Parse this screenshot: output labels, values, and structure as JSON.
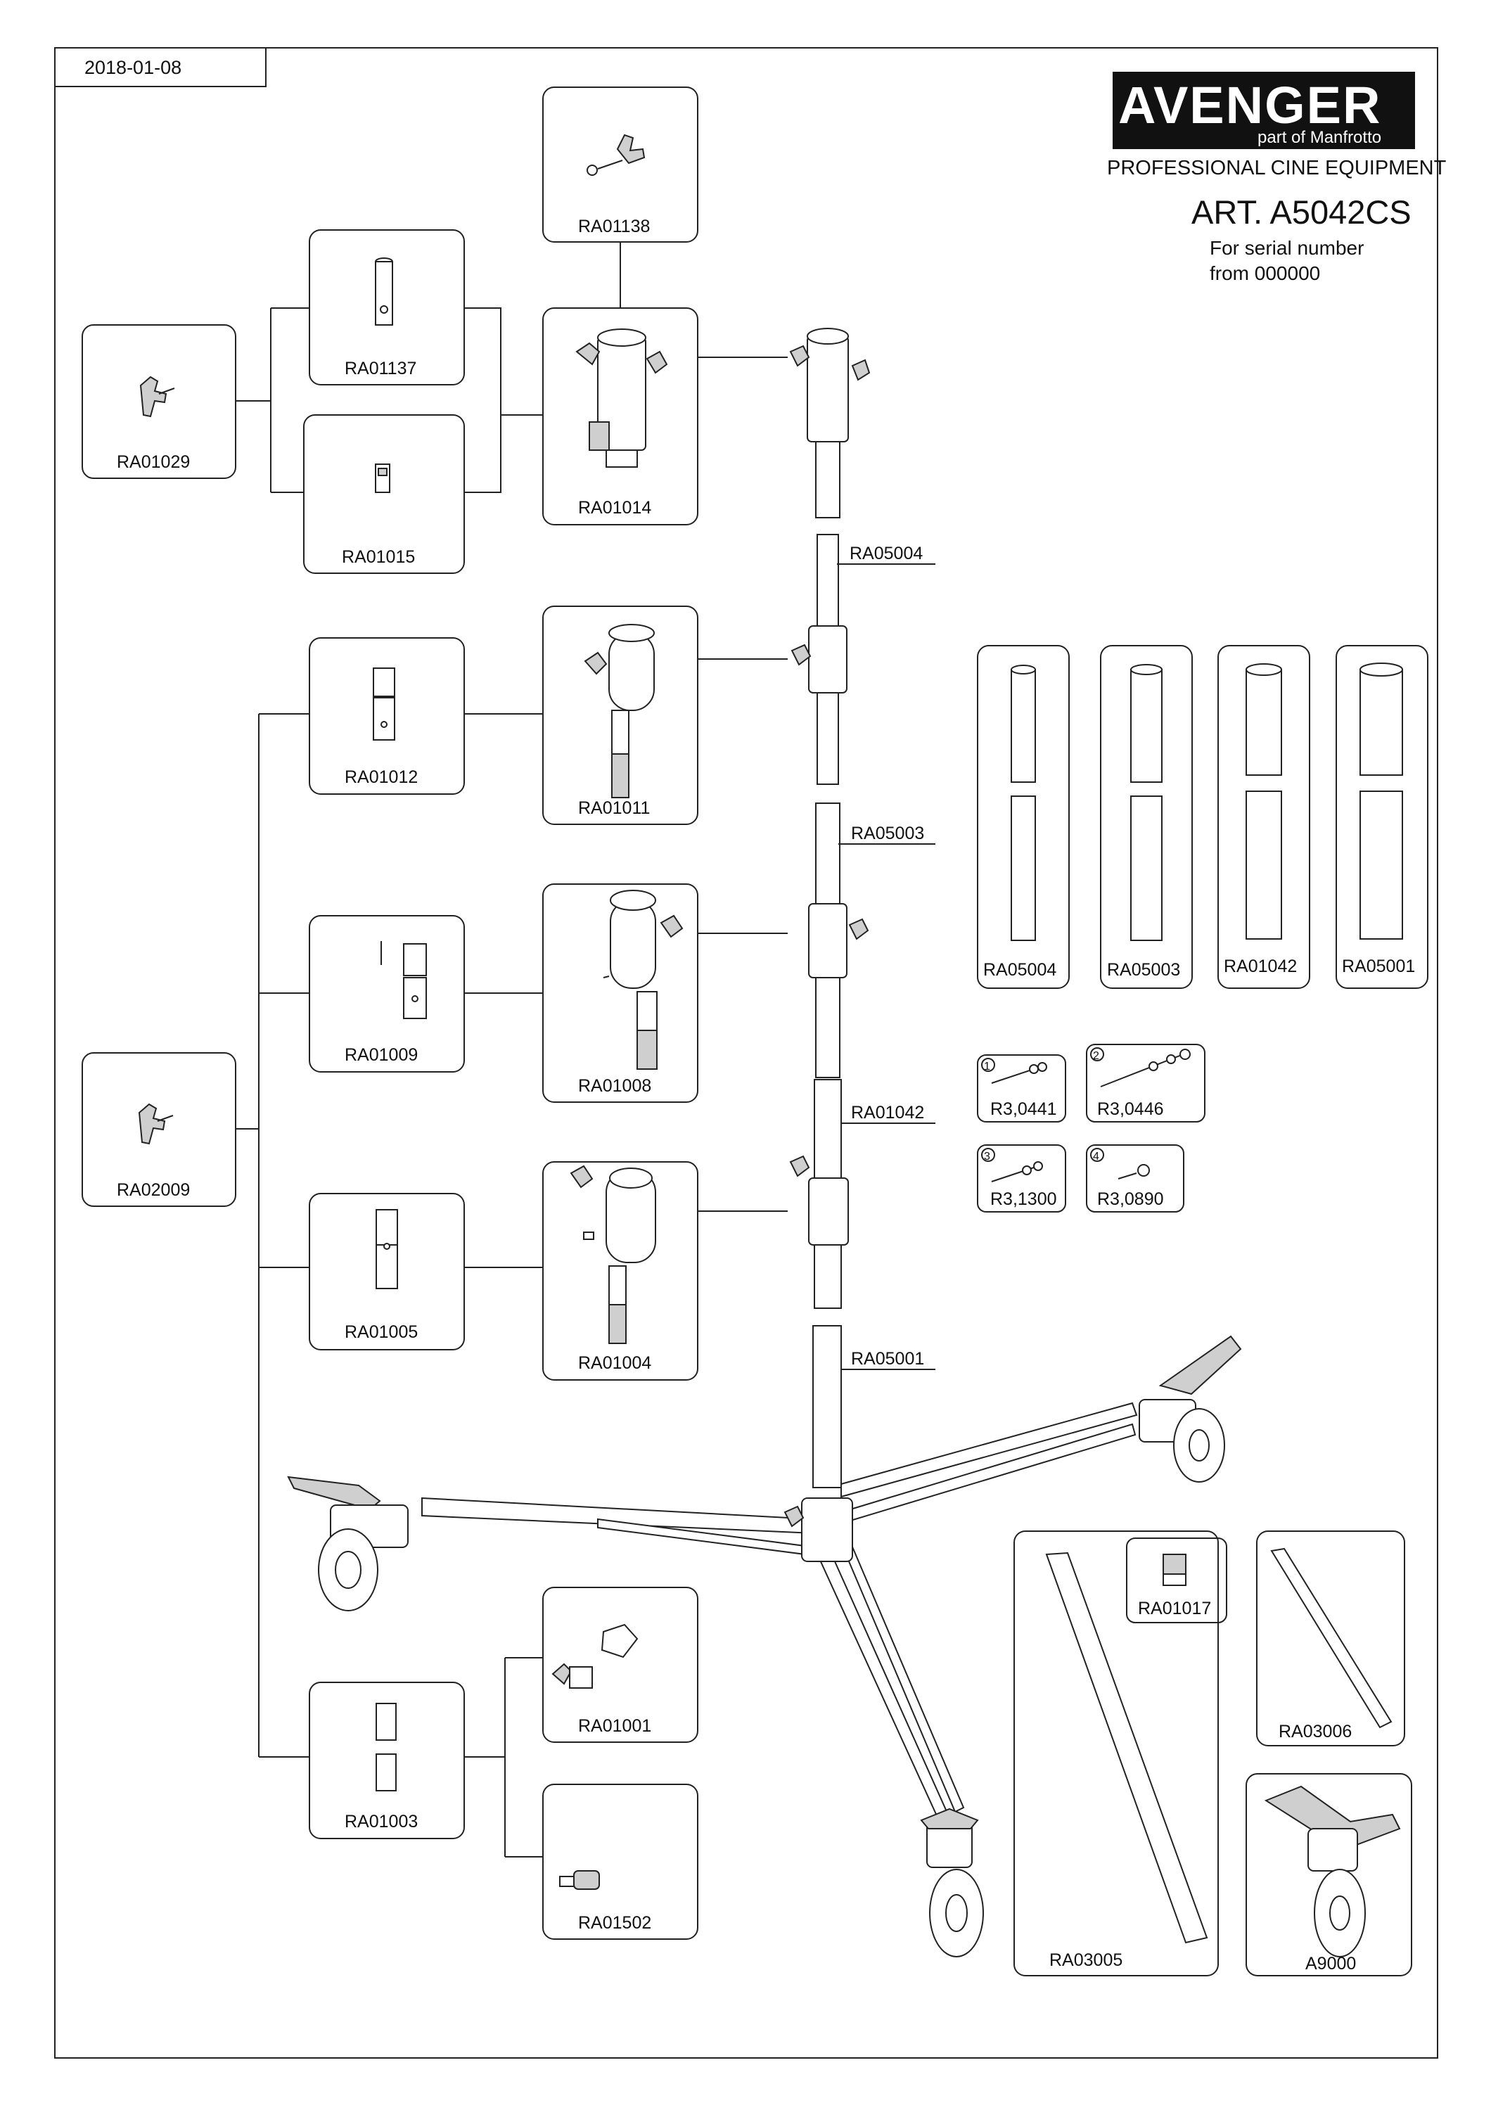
{
  "header": {
    "date": "2018-01-08",
    "brand": "AVENGER",
    "brand_sub": "part of Manfrotto",
    "tagline": "PROFESSIONAL CINE EQUIPMENT",
    "article": "ART. A5042CS",
    "serial_line1": "For serial number",
    "serial_line2": "from 000000"
  },
  "parts": {
    "ra01138": "RA01138",
    "ra01137": "RA01137",
    "ra01029": "RA01029",
    "ra01015": "RA01015",
    "ra01014": "RA01014",
    "ra05004_tag": "RA05004",
    "ra01012": "RA01012",
    "ra01011": "RA01011",
    "ra05003_tag": "RA05003",
    "ra01009": "RA01009",
    "ra01008": "RA01008",
    "ra01042_tag": "RA01042",
    "ra02009": "RA02009",
    "ra01005": "RA01005",
    "ra01004": "RA01004",
    "ra05001_tag": "RA05001",
    "ra01001": "RA01001",
    "ra01003": "RA01003",
    "ra01502": "RA01502",
    "ra01017": "RA01017",
    "ra03006": "RA03006",
    "ra03005": "RA03005",
    "a9000": "A9000"
  },
  "tubes": [
    "RA05004",
    "RA05003",
    "RA01042",
    "RA05001"
  ],
  "screws": [
    {
      "num": "1",
      "code": "R3,0441"
    },
    {
      "num": "2",
      "code": "R3,0446"
    },
    {
      "num": "3",
      "code": "R3,1300"
    },
    {
      "num": "4",
      "code": "R3,0890"
    }
  ]
}
